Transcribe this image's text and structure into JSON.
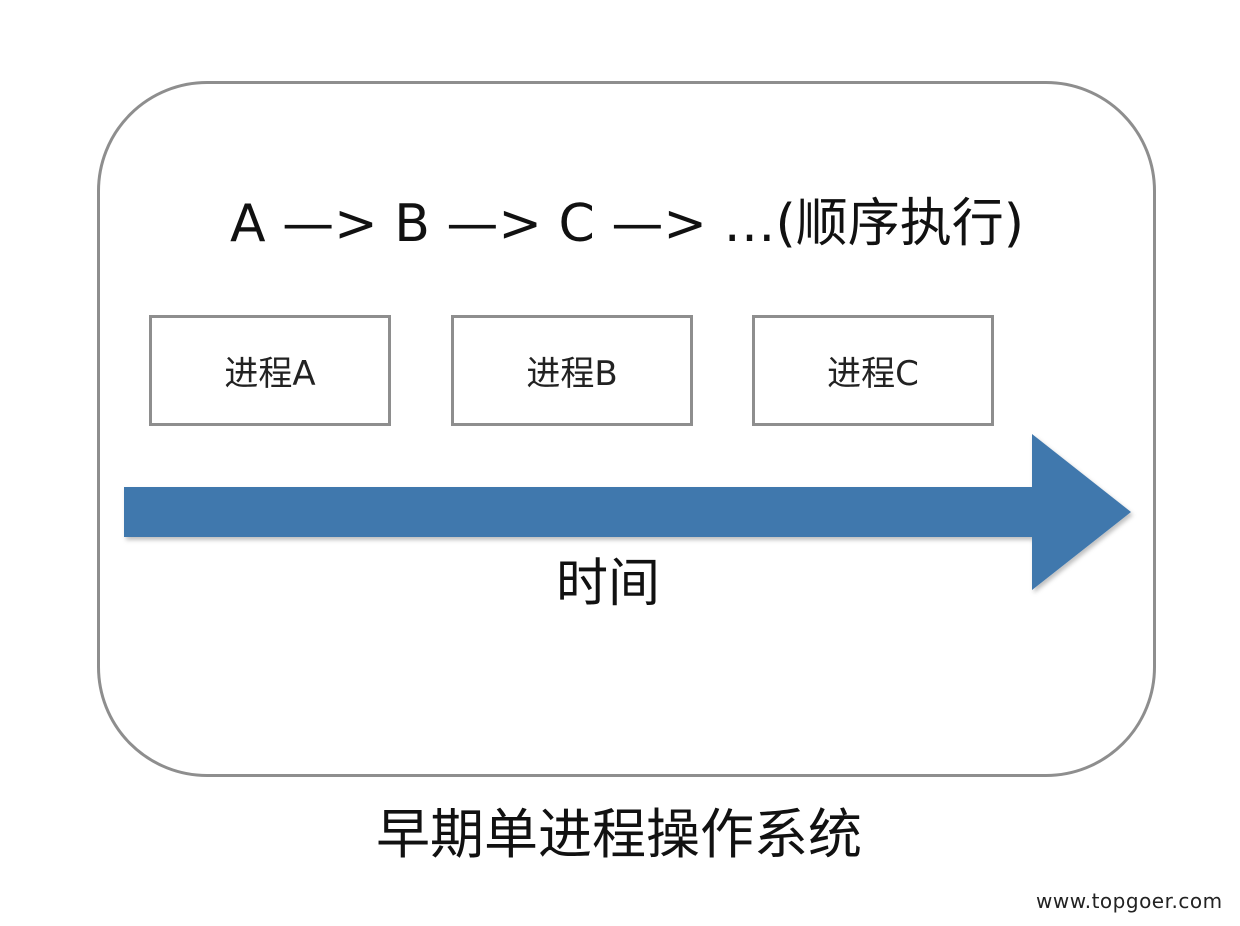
{
  "sequence_text": "A —> B —> C —> …(顺序执行)",
  "processes": [
    {
      "label": "进程A"
    },
    {
      "label": "进程B"
    },
    {
      "label": "进程C"
    }
  ],
  "time_axis": {
    "label": "时间",
    "color": "#3f78ad"
  },
  "caption": "早期单进程操作系统",
  "watermark": "www.topgoer.com",
  "colors": {
    "frame_border": "#8e8e8e",
    "arrow_fill": "#3f78ad"
  }
}
